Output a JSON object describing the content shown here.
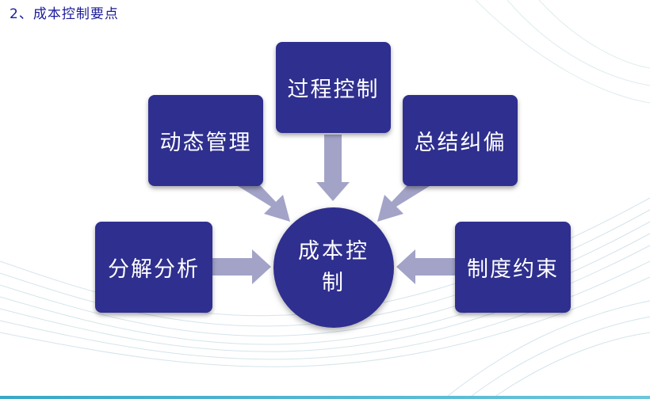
{
  "slide": {
    "heading": "2、成本控制要点"
  },
  "diagram": {
    "center": "成本控制",
    "nodes": {
      "top": "过程控制",
      "top_left": "动态管理",
      "top_right": "总结纠偏",
      "left": "分解分析",
      "right": "制度约束"
    }
  },
  "colors": {
    "node_fill": "#2f2f8f",
    "node_text": "#ffffff",
    "arrow": "#a3a3c8",
    "heading": "#1a1a9a"
  }
}
